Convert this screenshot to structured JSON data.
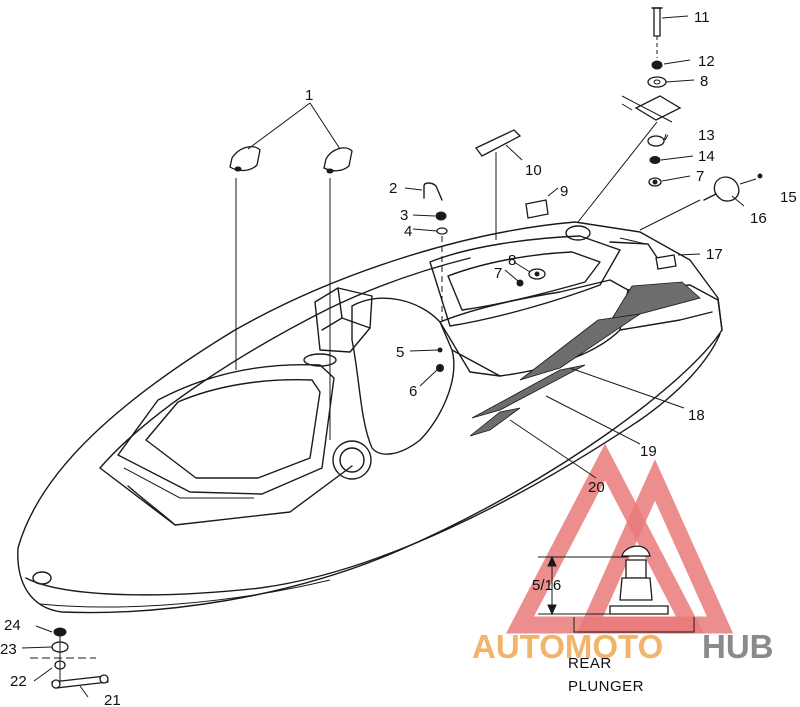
{
  "callouts": [
    "1",
    "2",
    "3",
    "4",
    "5",
    "6",
    "7",
    "8",
    "9",
    "10",
    "11",
    "12",
    "8",
    "13",
    "14",
    "7",
    "15",
    "16",
    "17",
    "18",
    "19",
    "20",
    "21",
    "22",
    "23",
    "24"
  ],
  "dimension_label": "5/16",
  "caption": {
    "line1": "REAR",
    "line2": "PLUNGER"
  },
  "watermark": {
    "part1": "AUTOMOTO",
    "part2": "HUB",
    "color1": "#f2b36a",
    "color2": "#8a8a8a",
    "logo_color": "#e97a7a"
  }
}
